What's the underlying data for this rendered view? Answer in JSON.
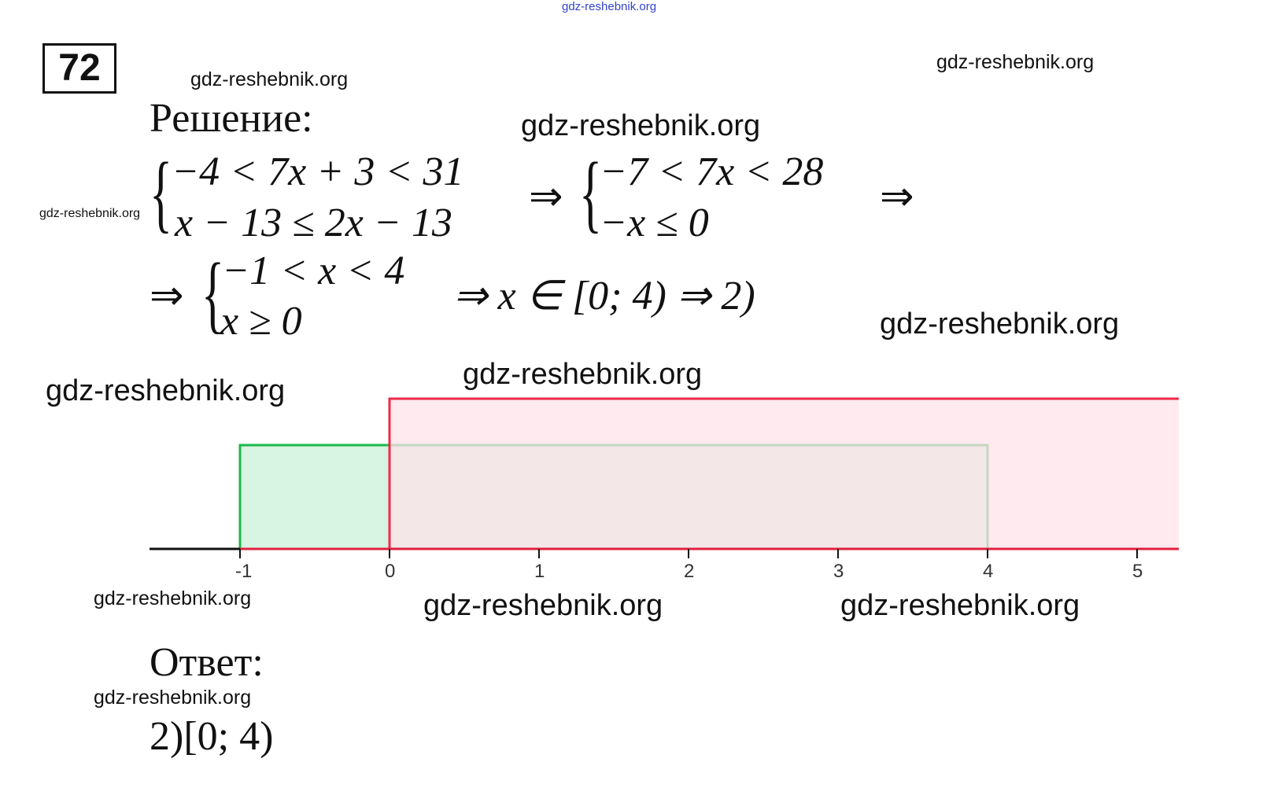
{
  "problem_number": "72",
  "heading_solution": "Решение:",
  "system1": {
    "line1": "−4 < 7x + 3 < 31",
    "line2": "x − 13 ≤ 2x − 13"
  },
  "arrow1": "⇒",
  "system2": {
    "line1": "−7 < 7x < 28",
    "line2": "−x ≤ 0"
  },
  "arrow2": "⇒",
  "arrow3": "⇒",
  "system3": {
    "line1": "−1 < x < 4",
    "line2": "x ≥ 0"
  },
  "conclusion": "⇒ x ∈ [0; 4) ⇒ 2)",
  "heading_answer": "Ответ:",
  "answer": "2)[0; 4)",
  "watermark": "gdz-reshebnik.org",
  "chart_data": {
    "type": "number-line",
    "ticks": [
      -1,
      0,
      1,
      2,
      3,
      4,
      5
    ],
    "tick_labels": [
      "-1",
      "0",
      "1",
      "2",
      "3",
      "4",
      "5"
    ],
    "xlim": [
      -1.6,
      5.3
    ],
    "intervals": [
      {
        "name": "-1 < x < 4",
        "from": -1,
        "to": 4,
        "open_left": true,
        "open_right": true,
        "color": "#19b84a",
        "fill": "#d8f4e2"
      },
      {
        "name": "x ≥ 0",
        "from": 0,
        "to": null,
        "open_left": false,
        "color": "#ee2a4a",
        "fill": "#fde3ea"
      }
    ]
  }
}
